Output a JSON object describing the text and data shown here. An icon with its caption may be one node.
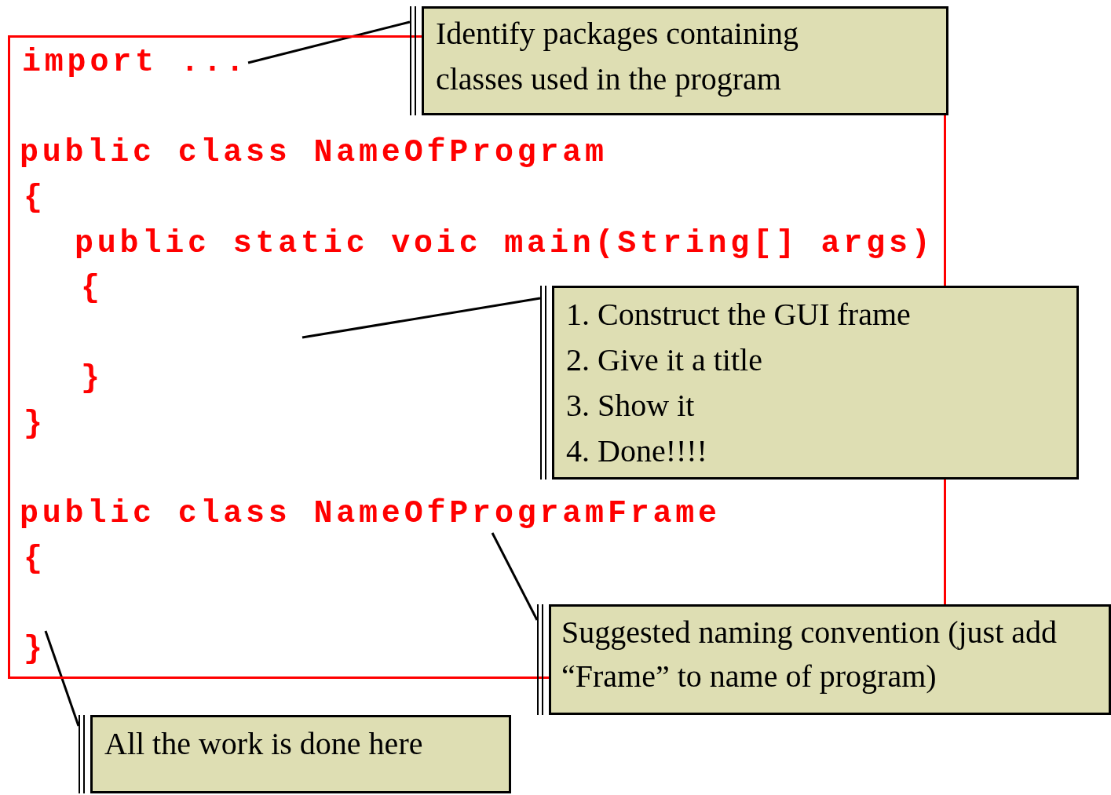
{
  "diagram": {
    "nodes": [
      {
        "text": [],
        "shape": "box"
      },
      {
        "text": [
          "import ..."
        ],
        "in": 0
      },
      {
        "text": [
          "public class NameOfProgram"
        ],
        "in": 0
      },
      {
        "text": [
          "{"
        ],
        "in": 0
      },
      {
        "text": [
          "public static voic main(String[] args)"
        ],
        "in": 0
      },
      {
        "text": [
          "{"
        ],
        "in": 0
      },
      {
        "text": [
          "}"
        ],
        "in": 0
      },
      {
        "text": [
          "}"
        ],
        "in": 0
      },
      {
        "text": [
          "public class NameOfProgramFrame"
        ],
        "in": 0
      },
      {
        "text": [
          "{"
        ],
        "in": 0
      },
      {
        "text": [
          "}"
        ],
        "in": 0
      },
      {
        "text": [
          "Identify packages containing classes used in the program"
        ]
      },
      {
        "text": [
          "1. Construct the GUI frame",
          "2. Give it a title",
          "3. Show it",
          "4. Done!!!!"
        ]
      },
      {
        "text": [
          "Suggested naming convention (just add “Frame” to name of program)"
        ]
      },
      {
        "text": [
          "All the work is done here"
        ]
      }
    ],
    "edges": [
      {
        "from": 11,
        "to": 1,
        "arrow": "none"
      },
      {
        "from": 12,
        "to": null,
        "arrow": "none"
      },
      {
        "from": 13,
        "to": 8,
        "arrow": "none"
      },
      {
        "from": 14,
        "to": 10,
        "arrow": "none"
      }
    ]
  }
}
